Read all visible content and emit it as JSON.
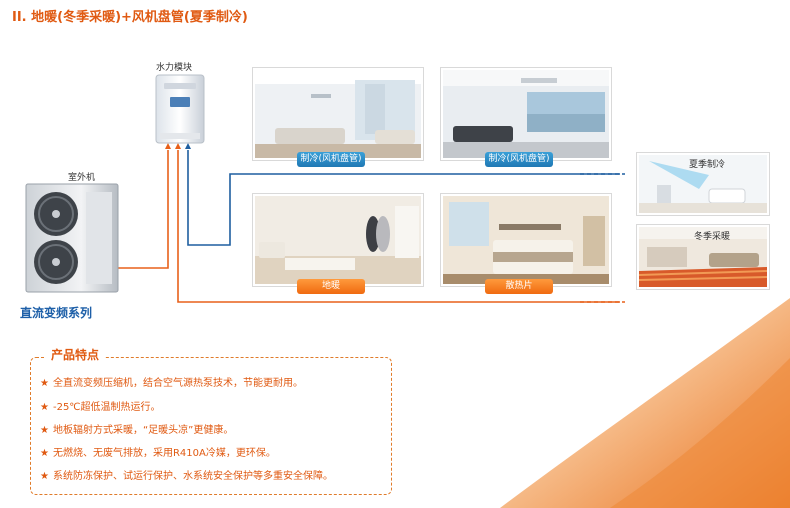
{
  "title": "II. 地暖(冬季采暖)+风机盘管(夏季制冷)",
  "hydro_module_label": "水力模块",
  "outdoor_unit_label": "室外机",
  "series_name": "直流变频系列",
  "cooling_label_1": "制冷(风机盘管)",
  "cooling_label_2": "制冷(风机盘管)",
  "heating_label_floor": "地暖",
  "heating_label_radiator": "散热片",
  "summer_label": "夏季制冷",
  "winter_label": "冬季采暖",
  "features": {
    "title": "产品特点",
    "items": [
      "全直流变频压缩机，结合空气源热泵技术，节能更耐用。",
      "-25℃超低温制热运行。",
      "地板辐射方式采暖，“足暖头凉”更健康。",
      "无燃烧、无废气排放，采用R410A冷媒，更环保。",
      "系统防冻保护、试运行保护、水系统安全保护等多重安全保障。"
    ]
  },
  "colors": {
    "accent": "#e05a12",
    "pipe_blue": "#1f5fa0",
    "pipe_orange": "#e8601a",
    "series_blue": "#1d5fa8"
  }
}
